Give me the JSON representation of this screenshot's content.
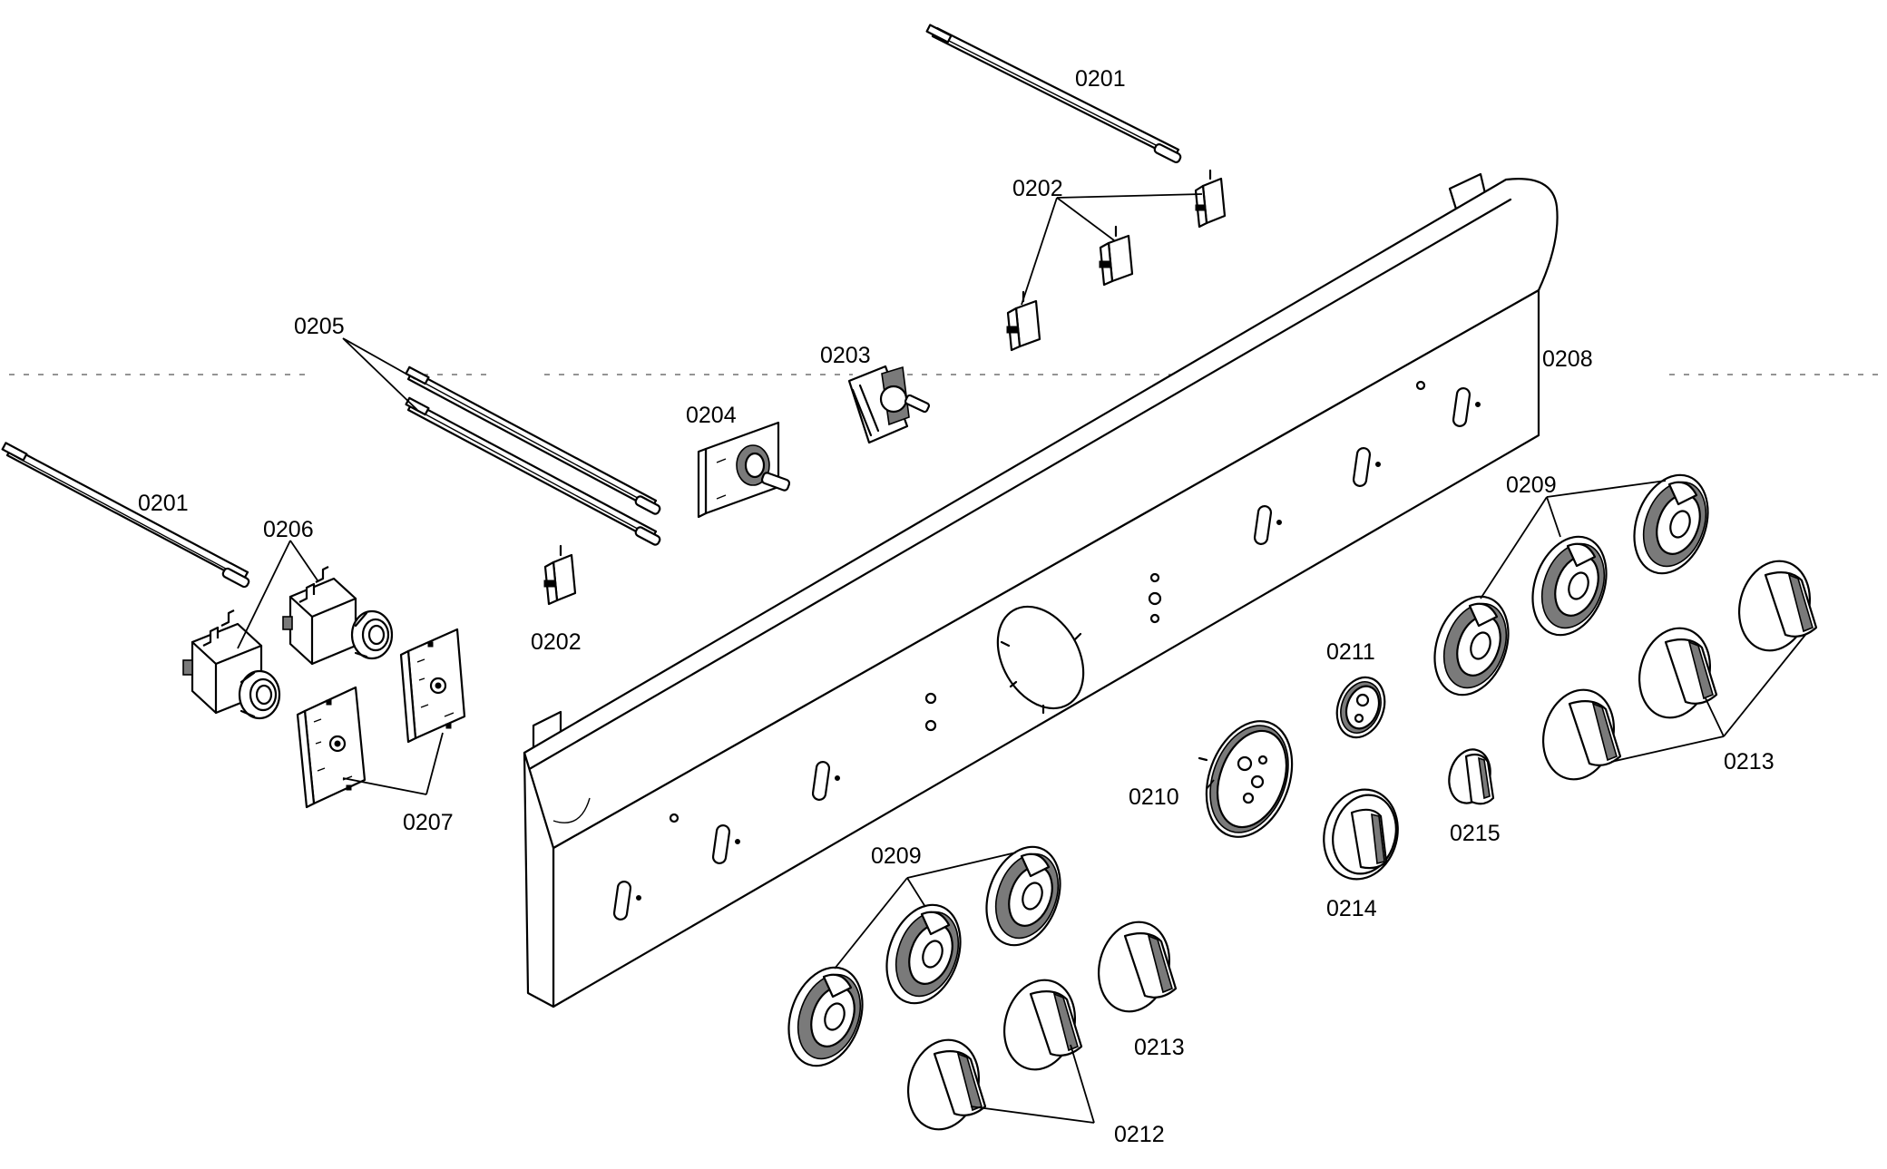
{
  "labels": {
    "probe_top": "0201",
    "probe_left": "0201",
    "switch_top": "0202",
    "switch_bottom": "0202",
    "thermostat": "0203",
    "selector_switch": "0204",
    "probe_pair": "0205",
    "valve": "0206",
    "control_board": "0207",
    "control_panel": "0208",
    "bezel_right": "0209",
    "bezel_left": "0209",
    "large_ring": "0210",
    "small_ring": "0211",
    "knob_pair": "0212",
    "knob_single": "0213",
    "knob_group": "0213",
    "ring_knob": "0214",
    "small_knob": "0215"
  }
}
